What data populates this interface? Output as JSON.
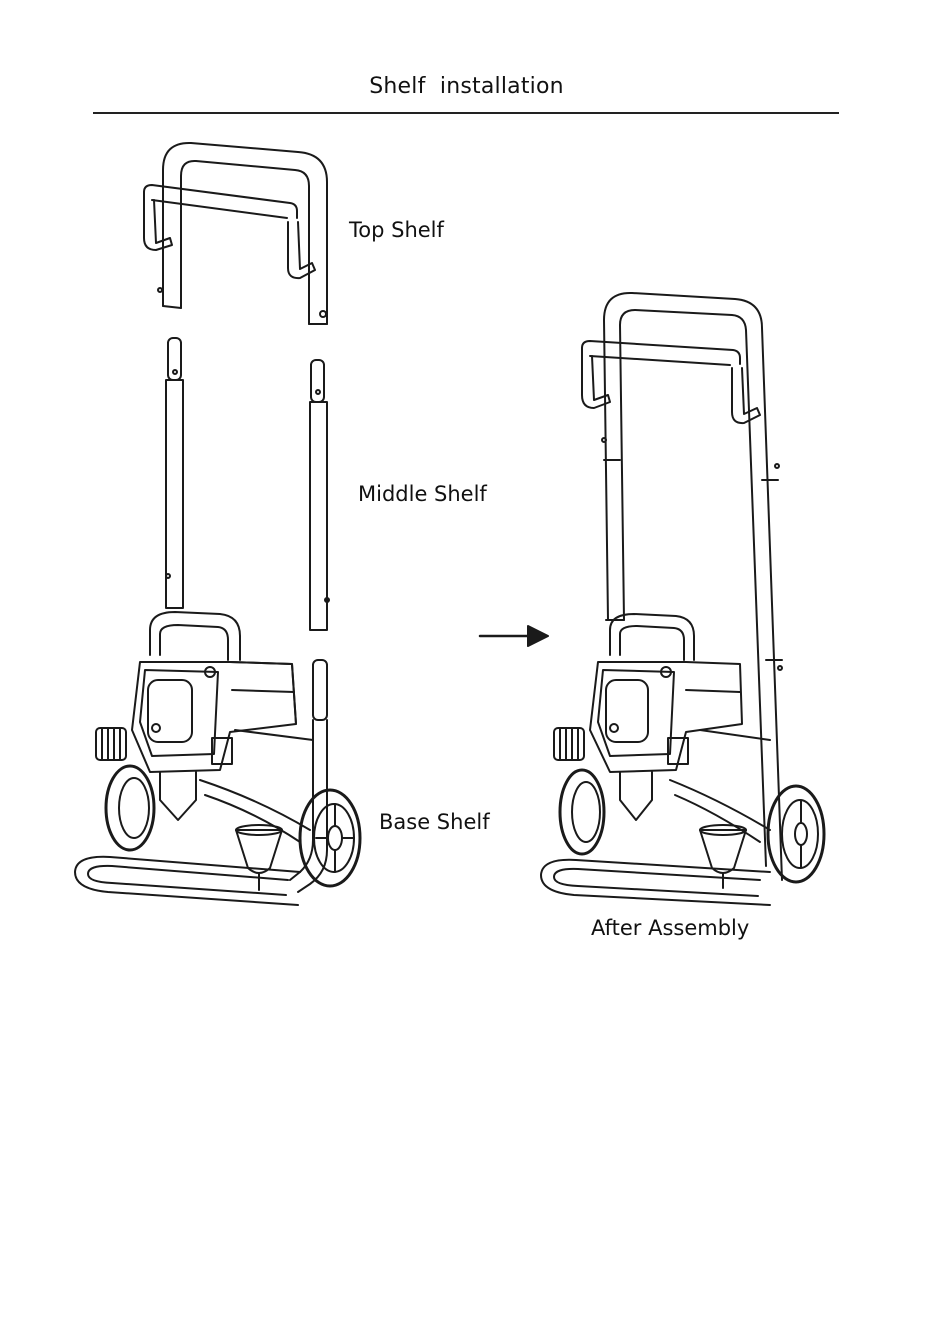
{
  "header": {
    "title": "Shelf  installation"
  },
  "labels": {
    "top_shelf": "Top Shelf",
    "middle_shelf": "Middle Shelf",
    "base_shelf": "Base Shelf",
    "after_assembly": "After Assembly"
  },
  "colors": {
    "line": "#1a1a1a",
    "background": "#ffffff"
  },
  "icons": {
    "step_arrow": "arrow-right-icon"
  }
}
